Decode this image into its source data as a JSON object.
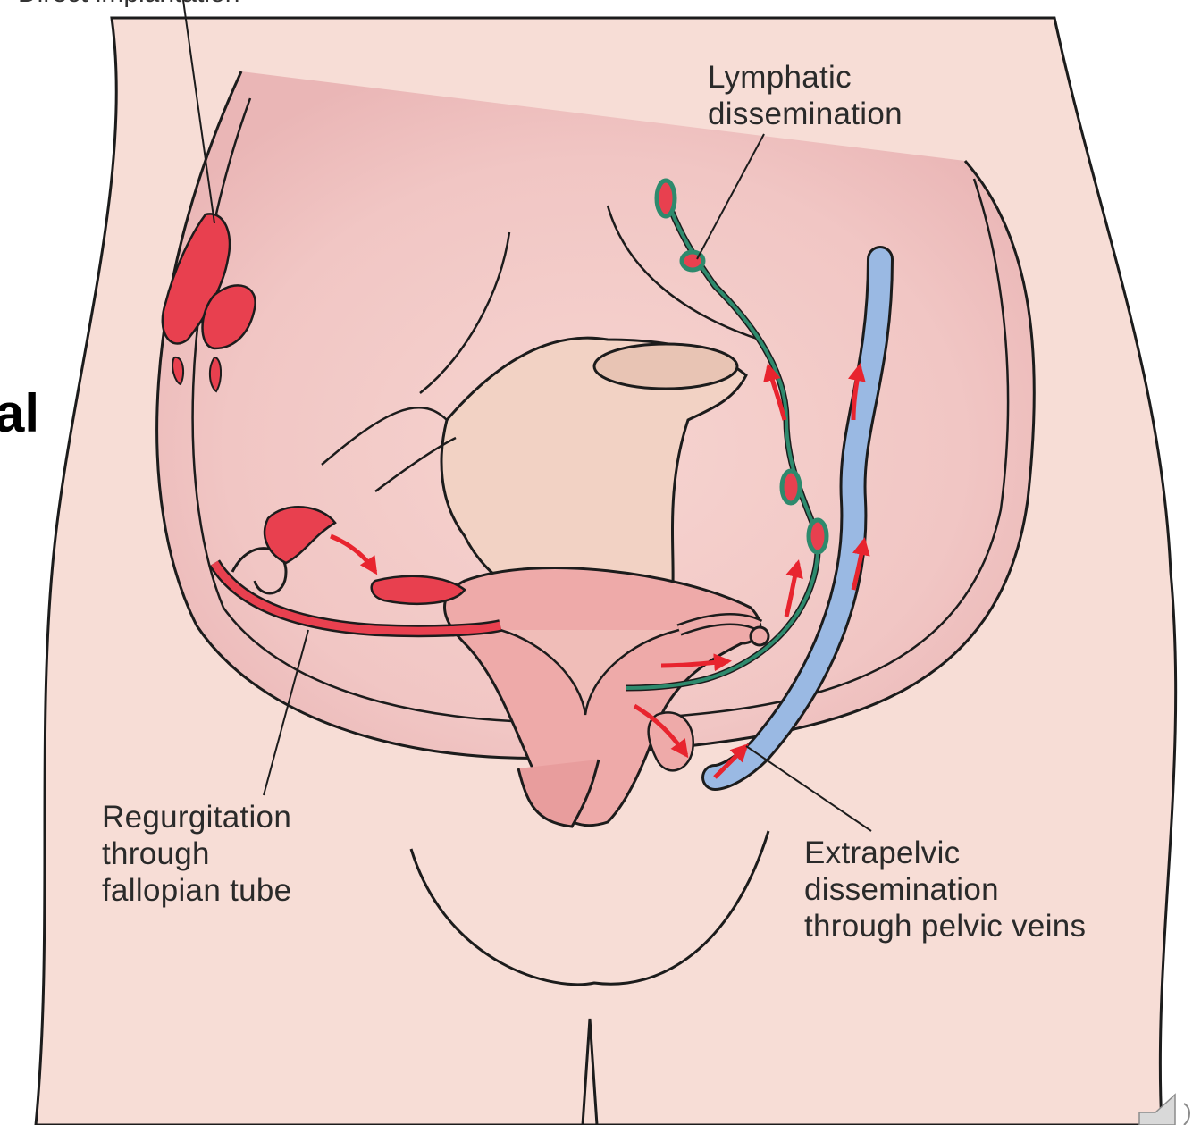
{
  "labels": {
    "lymphatic": [
      "Lymphatic",
      "dissemination"
    ],
    "regurgitation": [
      "Regurgitation",
      "through",
      "fallopian tube"
    ],
    "extrapelvic": [
      "Extrapelvic",
      "dissemination",
      "through pelvic veins"
    ]
  },
  "slide_text_fragment": "al",
  "top_cut_label": "Direct implantation",
  "colors": {
    "skin": "#f7ddd6",
    "pelvis_shadow": "#f0c4c2",
    "outline": "#1c1c1c",
    "endometrial_implant": "#e8404f",
    "uterus": "#eeaaa9",
    "lymphatic": "#2e8a6d",
    "vein": "#9ab9e3",
    "arrow": "#e8242e"
  },
  "icons": [
    "speaker-icon"
  ]
}
